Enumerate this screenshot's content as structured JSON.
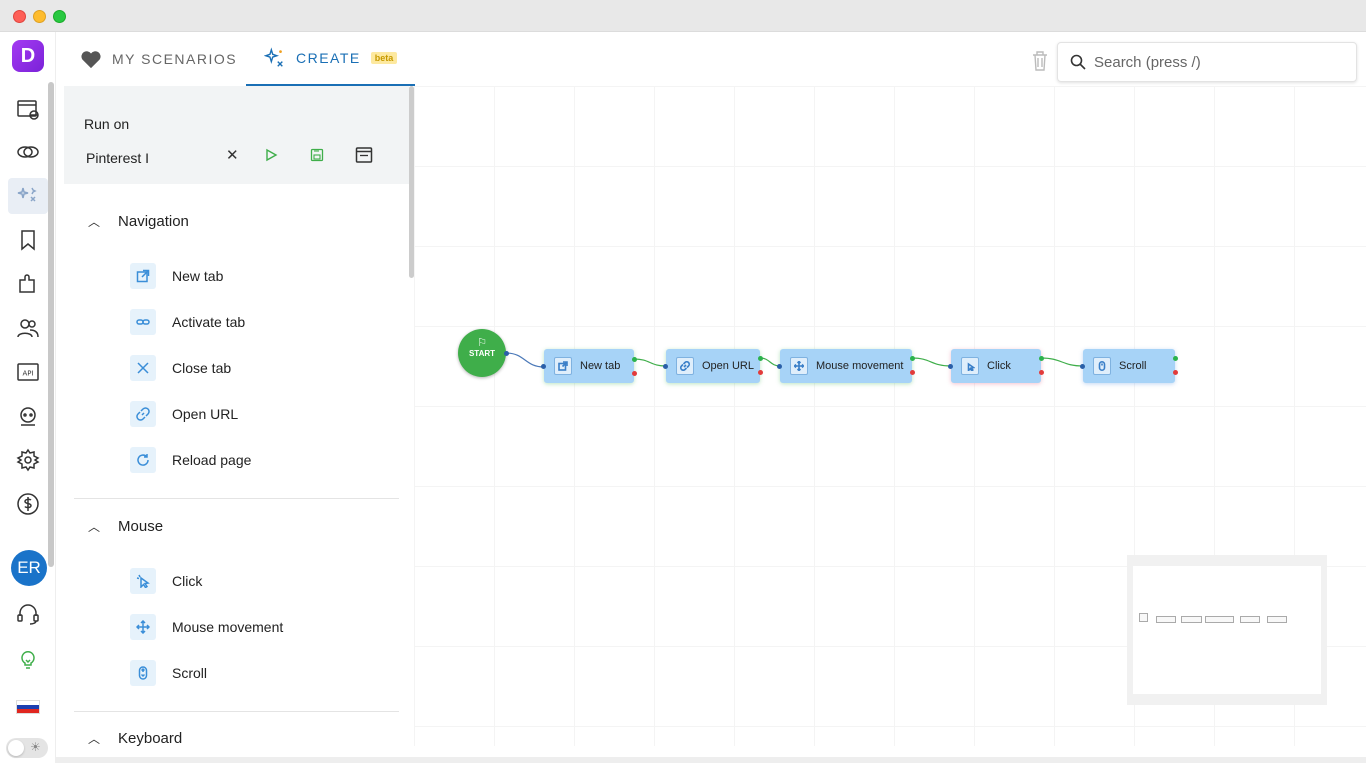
{
  "tabs": {
    "my_scenarios": "MY SCENARIOS",
    "create": "CREATE",
    "beta": "beta"
  },
  "search": {
    "placeholder": "Search (press /)"
  },
  "rail": {
    "avatar_initials": "ER",
    "logo_letter": "D",
    "api_label": "API"
  },
  "run_on": {
    "label": "Run on",
    "value": "Pinterest I"
  },
  "sections": {
    "navigation": {
      "title": "Navigation",
      "items": [
        "New tab",
        "Activate tab",
        "Close tab",
        "Open URL",
        "Reload page"
      ]
    },
    "mouse": {
      "title": "Mouse",
      "items": [
        "Click",
        "Mouse movement",
        "Scroll"
      ]
    },
    "keyboard": {
      "title": "Keyboard"
    }
  },
  "flow": {
    "start_label": "START",
    "nodes": [
      "New tab",
      "Open URL",
      "Mouse movement",
      "Click",
      "Scroll"
    ]
  },
  "colors": {
    "accent": "#1a6fb5",
    "start_green": "#3fae4a",
    "node_blue": "#a7d3f7",
    "logo_purple": "#a43af2",
    "avatar_blue": "#1a73c9"
  }
}
